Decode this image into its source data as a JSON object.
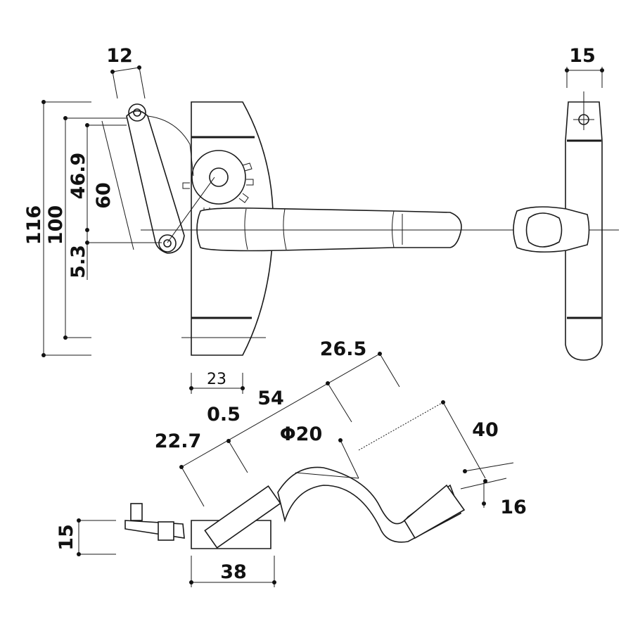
{
  "drawing": {
    "front_view": {
      "dim_top_width": "12",
      "dim_total_height": "116",
      "dim_height_100": "100",
      "dim_height_46_9": "46.9",
      "dim_height_60": "60",
      "dim_offset_5_3": "5.3",
      "dim_base_width": "23"
    },
    "side_view": {
      "dim_width": "15"
    },
    "plan_view": {
      "dim_26_5": "26.5",
      "dim_54": "54",
      "dim_0_5": "0.5",
      "dim_22_7": "22.7",
      "dim_diameter": "Φ20",
      "dim_40": "40",
      "dim_16": "16",
      "dim_height_15": "15",
      "dim_base_38": "38"
    }
  }
}
